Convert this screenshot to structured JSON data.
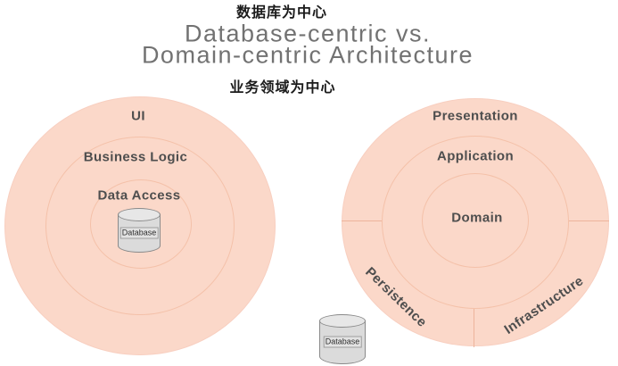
{
  "header": {
    "label_top_cn": "数据库为中心",
    "title_line1": "Database-centric vs.",
    "title_line2": "Domain-centric Architecture",
    "label_bottom_cn": "业务领域为中心"
  },
  "database_centric": {
    "ring_labels": [
      "UI",
      "Business Logic",
      "Data Access"
    ],
    "database_label": "Database"
  },
  "domain_centric": {
    "outer_top_label": "Presentation",
    "middle_label": "Application",
    "inner_label": "Domain",
    "outer_bottom_left_label": "Persistence",
    "outer_bottom_right_label": "Infrastructure",
    "database_label": "Database"
  },
  "colors": {
    "circle_fill": "#fbd8c9",
    "ring_line": "#f4c1a9",
    "divider_line": "#edb49c",
    "ring_label_text": "#4e4e4e",
    "title_text": "#727272",
    "cjk_text": "#1b1b1b",
    "cylinder_fill": "#dbdbdb",
    "cylinder_border": "#8a8a8a"
  }
}
